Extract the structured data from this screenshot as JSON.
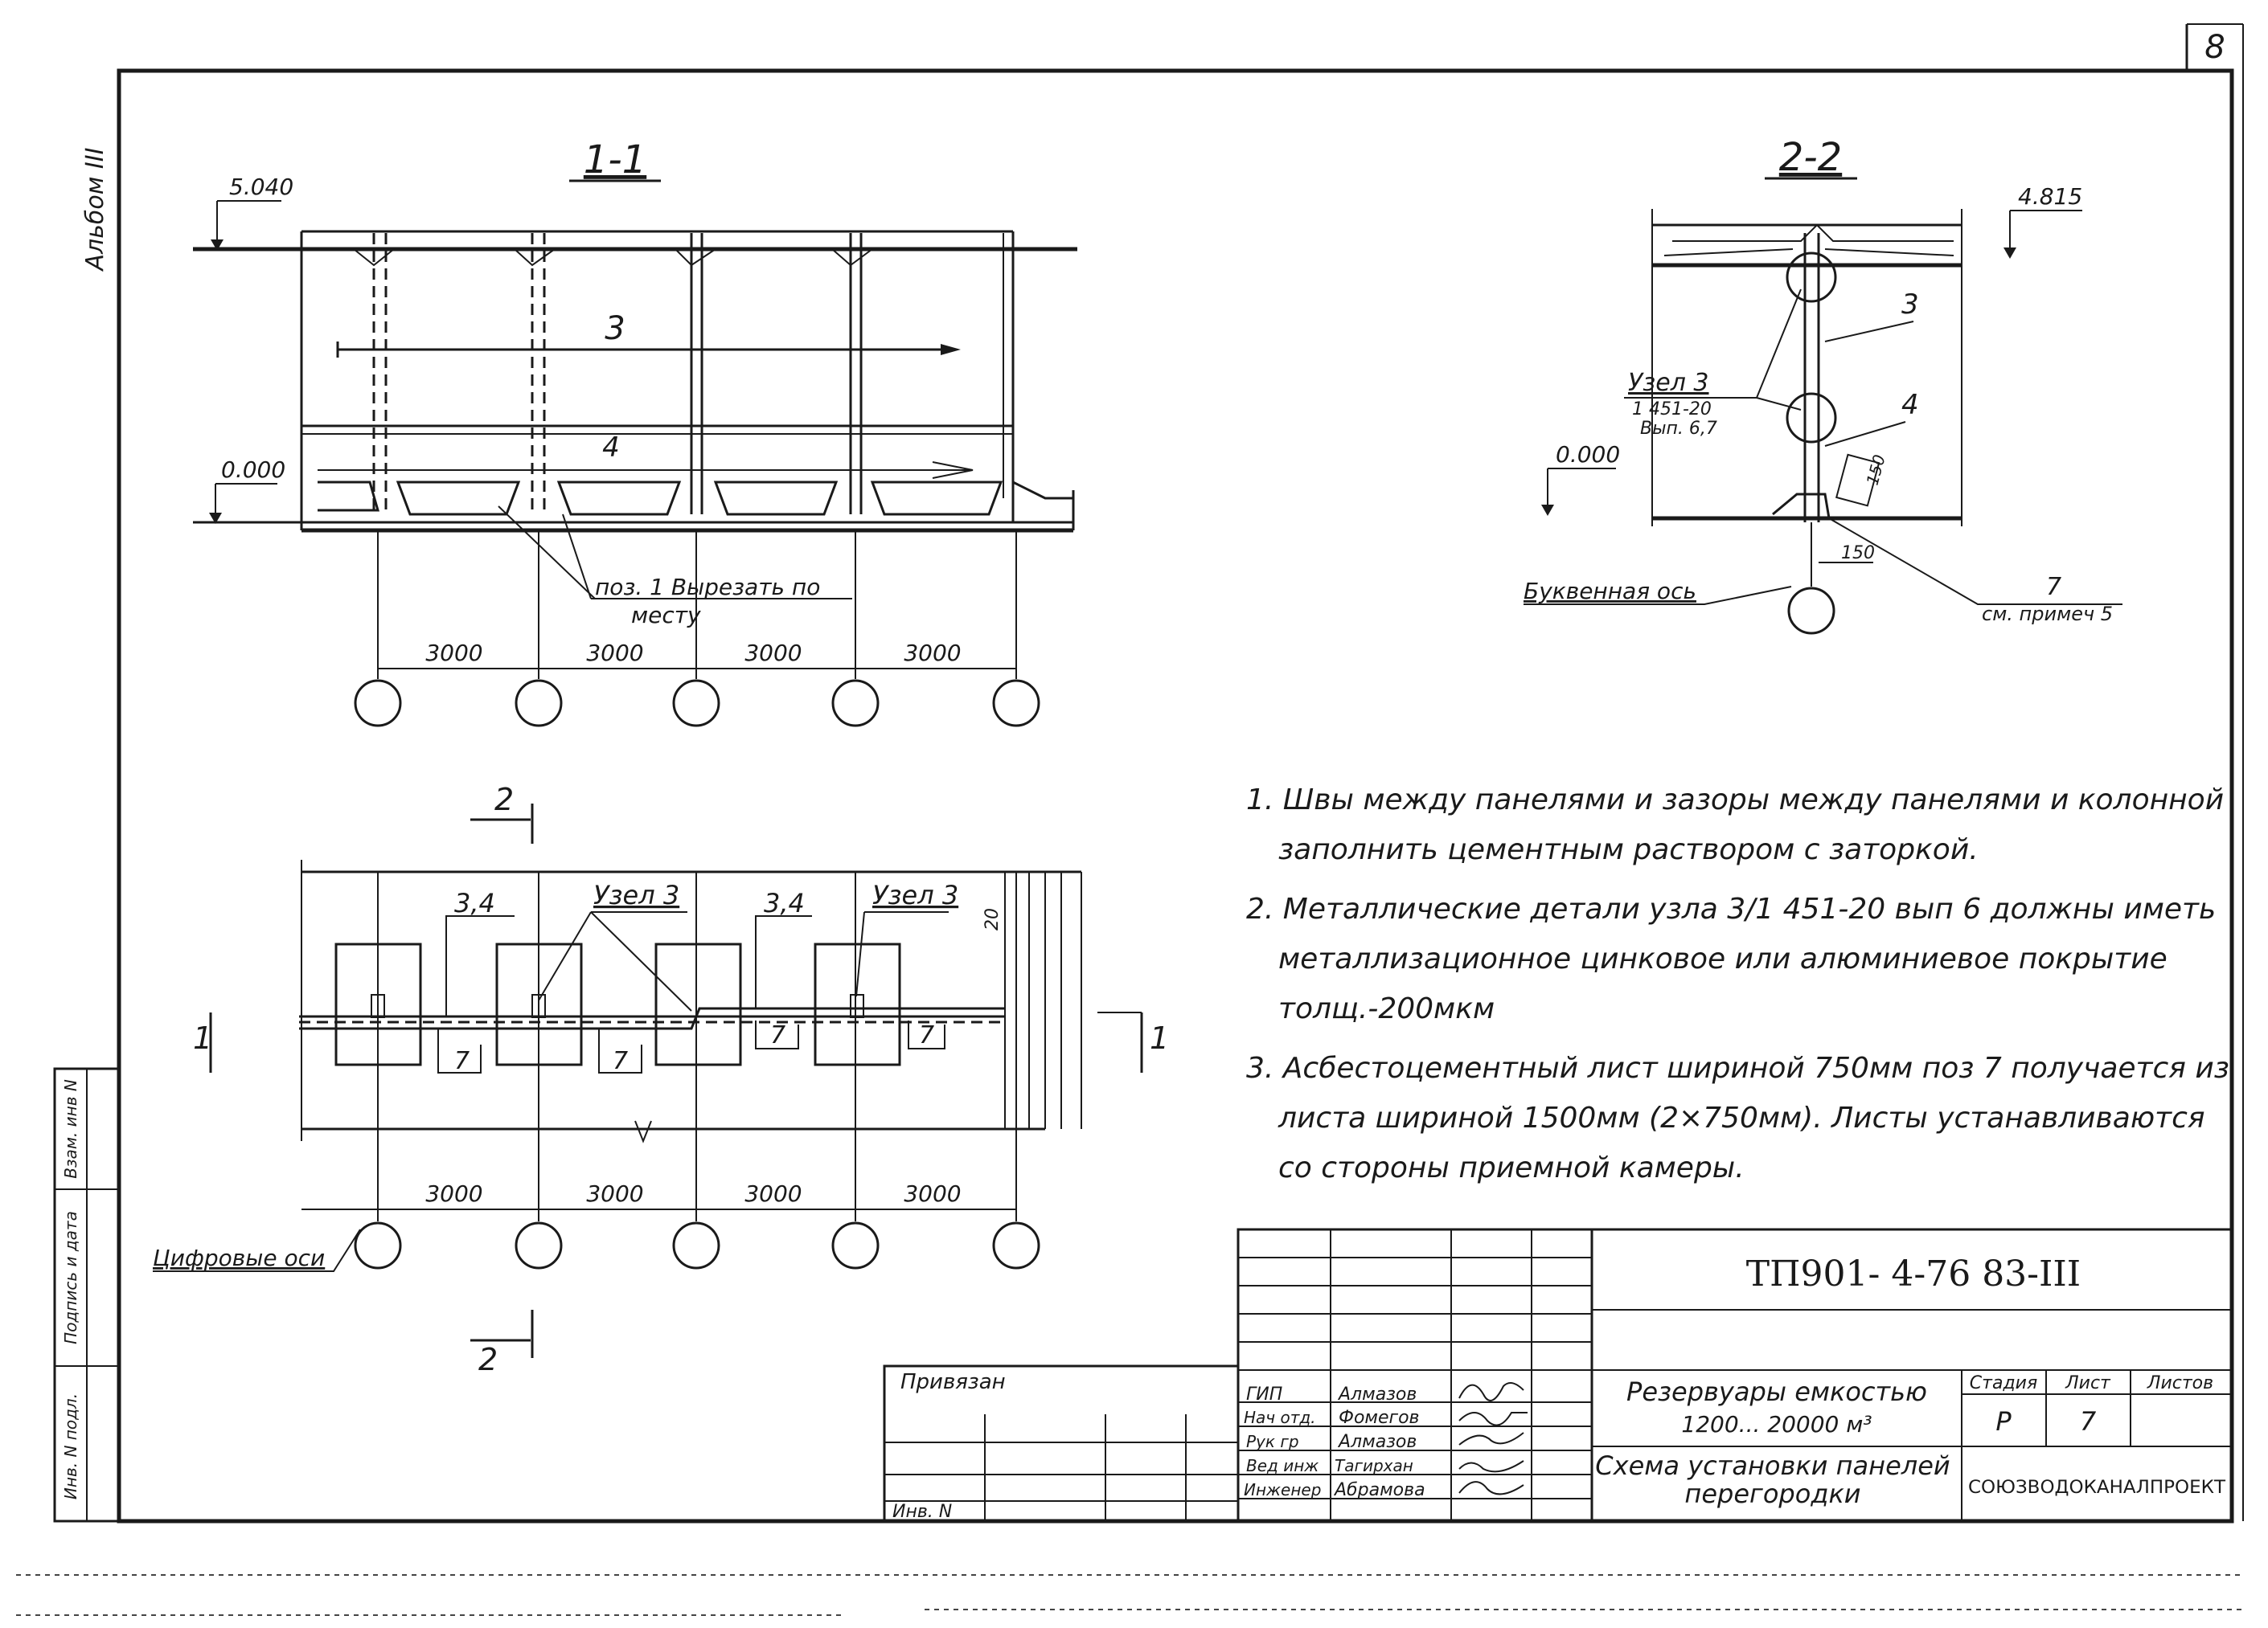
{
  "sheet": {
    "page_number": "8",
    "album": "Альбом III",
    "designation": "ТП901- 4-76 83-III"
  },
  "section_1_1": {
    "title": "1-1",
    "elev_top": "5.040",
    "elev_bottom": "0.000",
    "pos_3": "3",
    "pos_4": "4",
    "cut_note_line1": "поз. 1 Вырезать по",
    "cut_note_line2": "месту",
    "spans": [
      "3000",
      "3000",
      "3000",
      "3000"
    ]
  },
  "section_2_2": {
    "title": "2-2",
    "elev_top": "4.815",
    "elev_bottom": "0.000",
    "node_line1": "Узел 3",
    "node_line2": "1 451-20",
    "node_line3": "Вып. 6,7",
    "pos_3": "3",
    "pos_4": "4",
    "dim_150": "150",
    "dim_side": "150",
    "pos_7": "7",
    "see_note": "см. примеч 5",
    "letter_axis": "Буквенная ось"
  },
  "plan": {
    "cut_2_top": "2",
    "cut_2_bottom": "2",
    "cut_1_left": "1",
    "cut_1_right": "1",
    "label_34_a": "3,4",
    "label_34_b": "3,4",
    "node_a": "Узел 3",
    "node_b": "Узел 3",
    "pos_7_labels": [
      "7",
      "7",
      "7",
      "7"
    ],
    "dim_20": "20",
    "spans": [
      "3000",
      "3000",
      "3000",
      "3000"
    ],
    "digit_axes": "Цифровые оси"
  },
  "notes": [
    "1. Швы между панелями и зазоры между панелями и колонной заполнить цементным раствором с заторкой.",
    "2. Металлические детали узла 3/1 451-20 вып 6 должны иметь металлизационное цинковое или алюминиевое покрытие толщ.-200мкм",
    "3. Асбестоцементный лист шириной 750мм поз 7 получается из листа шириной 1500мм (2×750мм). Листы устанавливаются со стороны приемной камеры."
  ],
  "title_block": {
    "tied": "Привязан",
    "inv_no": "Инв. N",
    "roles": [
      "ГИП",
      "Нач отд.",
      "Рук гр",
      "Вед инж",
      "Инженер"
    ],
    "names": [
      "Алмазов",
      "Фомегов",
      "Алмазов",
      "Тагирхан",
      "Абрамова"
    ],
    "object_line1": "Резервуары емкостью",
    "object_line2": "1200... 20000 м³",
    "sheet_title_line1": "Схема установки панелей",
    "sheet_title_line2": "перегородки",
    "stage_header": "Стадия",
    "sheet_header": "Лист",
    "sheets_header": "Листов",
    "stage": "Р",
    "sheet_no": "7",
    "sheets_total": "",
    "org": "СОЮЗВОДОКАНАЛПРОЕКТ"
  },
  "margin_stamps": [
    "Инв. N подл.",
    "Подпись и дата",
    "Взам. инв N"
  ]
}
